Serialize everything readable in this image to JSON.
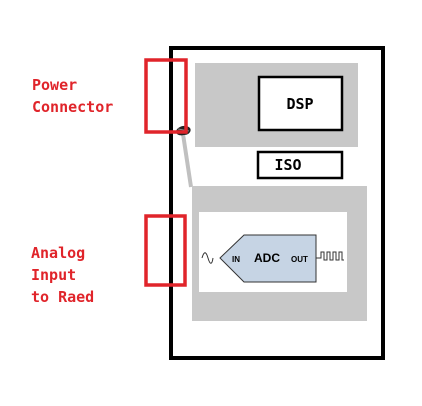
{
  "labels": {
    "power_connector": "Power\nConnector",
    "analog_input": "Analog\nInput\nto Raed"
  },
  "blocks": {
    "dsp": "DSP",
    "iso": "ISO"
  },
  "adc": {
    "name": "ADC",
    "in": "IN",
    "out": "OUT"
  },
  "colors": {
    "annotation": "#e0242a",
    "block_fill": "#c8c8c8",
    "adc_fill": "#c6d4e4",
    "outline": "#000000"
  }
}
